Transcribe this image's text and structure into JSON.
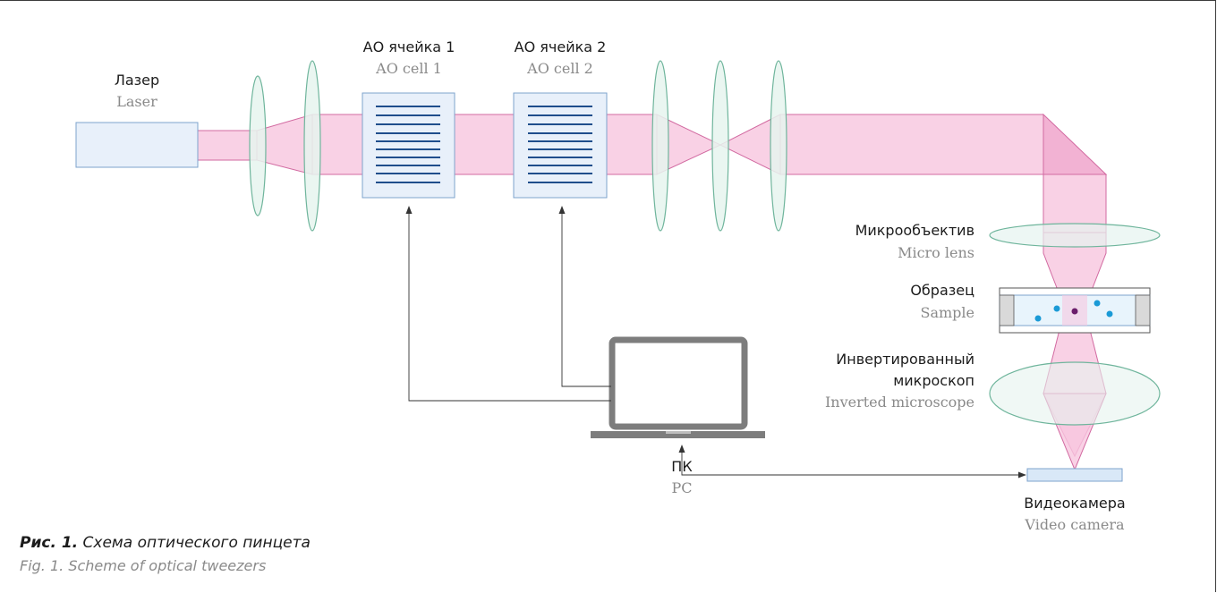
{
  "components": {
    "laser": {
      "ru": "Лазер",
      "en": "Laser"
    },
    "ao_cell_1": {
      "ru": "АО ячейка 1",
      "en": "AO cell 1"
    },
    "ao_cell_2": {
      "ru": "АО ячейка 2",
      "en": "AO cell 2"
    },
    "micro_lens": {
      "ru": "Микрообъектив",
      "en": "Micro lens"
    },
    "sample": {
      "ru": "Образец",
      "en": "Sample"
    },
    "inverted_microscope": {
      "ru_line1": "Инвертированный",
      "ru_line2": "микроскоп",
      "en": "Inverted microscope"
    },
    "pc": {
      "ru": "ПК",
      "en": "PC"
    },
    "video_camera": {
      "ru": "Видеокамера",
      "en": "Video camera"
    }
  },
  "caption": {
    "ru_label": "Рис. 1.",
    "ru_text": " Схема оптического пинцета",
    "en": "Fig. 1. Scheme of optical tweezers"
  },
  "colors": {
    "beam": "#f7c6df",
    "beam_stroke": "#d26aa1",
    "lens": "#e6f4ef",
    "lens_stroke": "#6fb59c",
    "box": "#e8f0fa",
    "box_stroke": "#7ea3cc",
    "grating": "#1f4e8c",
    "particle": "#1a9ad6",
    "trapped_particle": "#6b1d6b",
    "laptop": "#7d7d7d"
  }
}
